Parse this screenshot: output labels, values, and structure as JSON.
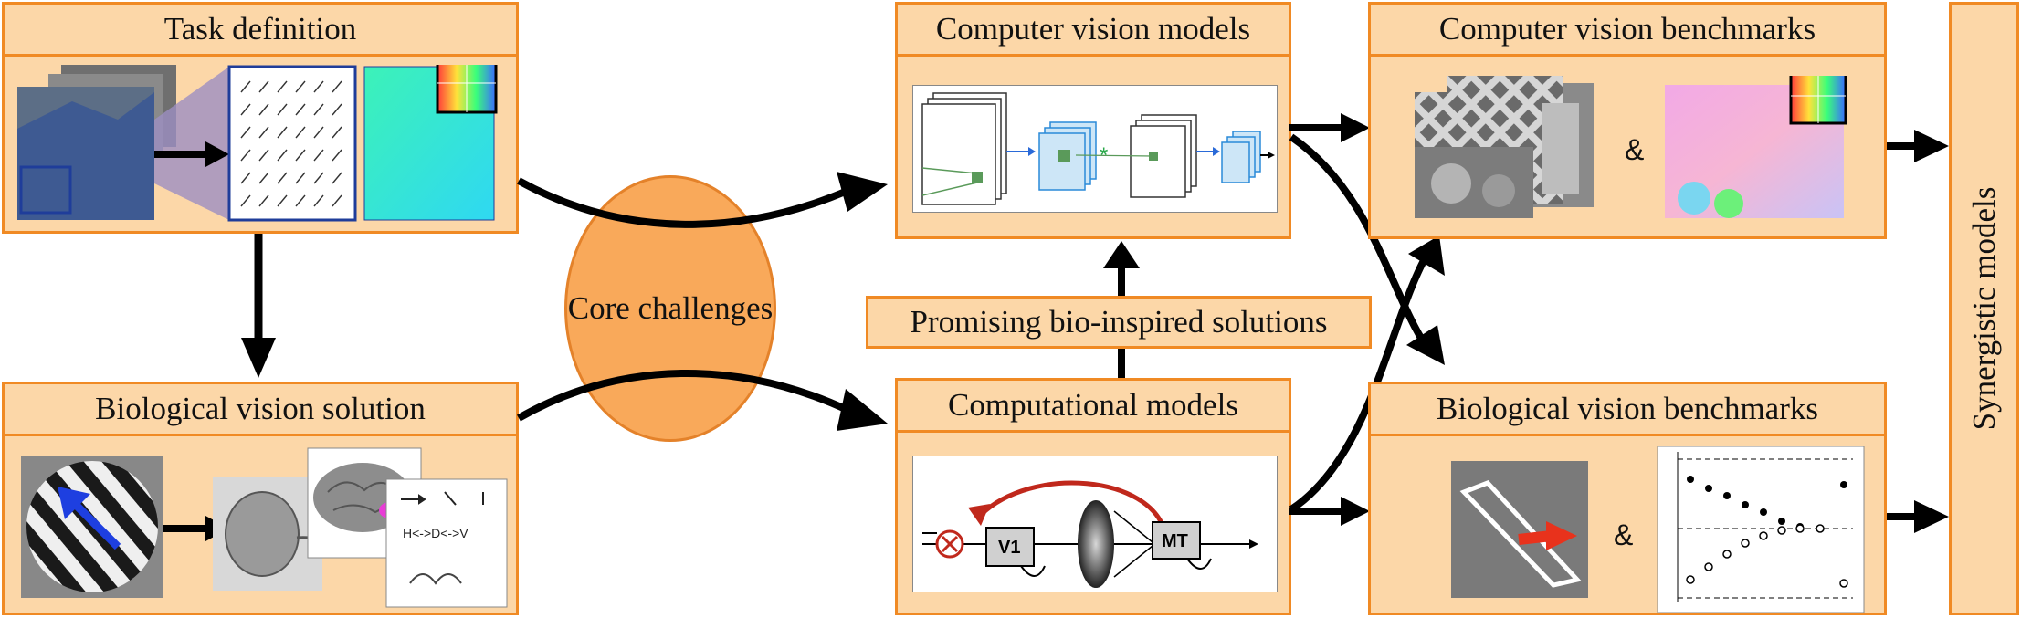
{
  "boxes": {
    "task_definition": "Task definition",
    "biological_vision_solution": "Biological vision solution",
    "core_challenges": "Core challenges",
    "computer_vision_models": "Computer vision models",
    "promising_solutions": "Promising bio-inspired solutions",
    "computational_models": "Computational models",
    "computer_vision_benchmarks": "Computer vision benchmarks",
    "biological_vision_benchmarks": "Biological vision benchmarks",
    "synergistic_models": "Synergistic models"
  },
  "labels": {
    "ampersand": "&",
    "v1": "V1",
    "mt": "MT",
    "relation": "H<->D<->V"
  },
  "colors": {
    "box_fill": "#fcd7a8",
    "box_border": "#f08a24",
    "circle_fill": "#f9a95a",
    "arrow": "#000000",
    "feedback": "#c0281c"
  }
}
